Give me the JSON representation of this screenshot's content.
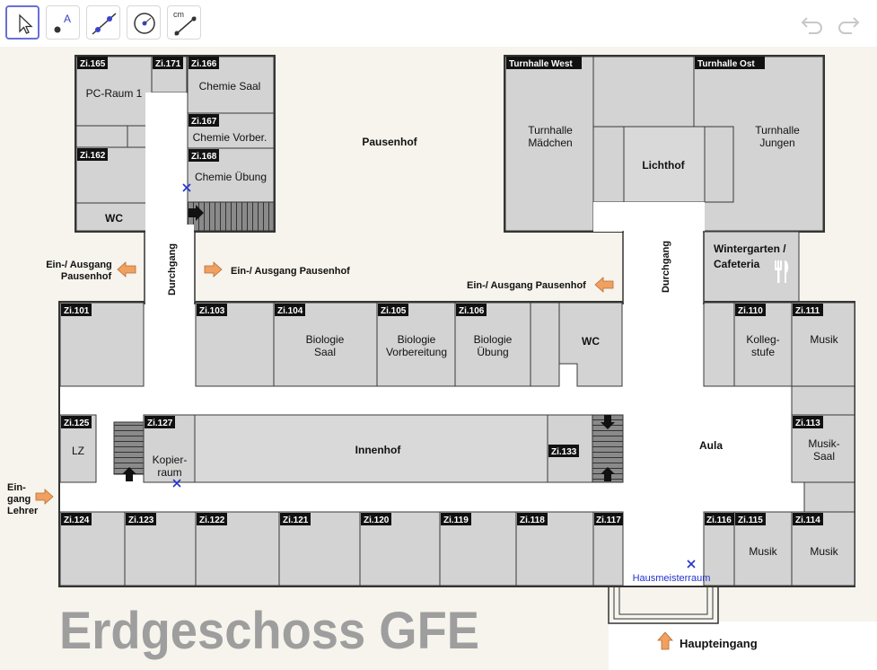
{
  "toolbar": {
    "tools": [
      {
        "name": "move-tool",
        "icon": "cursor-arrow-icon"
      },
      {
        "name": "point-tool",
        "icon": "point-label-icon",
        "label": "A"
      },
      {
        "name": "line-tool",
        "icon": "line-through-points-icon"
      },
      {
        "name": "circle-tool",
        "icon": "circle-center-icon"
      },
      {
        "name": "distance-tool",
        "icon": "ruler-distance-icon",
        "label": "cm"
      }
    ],
    "undo_icon": "undo-icon",
    "redo_icon": "redo-icon"
  },
  "map": {
    "title": "Erdgeschoss GFE",
    "colors": {
      "room": "#d3d3d3",
      "wall": "#3a3a3a",
      "arrow": "#f0a060",
      "marker": "#2233cc",
      "tag": "#111111"
    },
    "room_tags": {
      "zi165": "Zi.165",
      "zi171": "Zi.171",
      "zi166": "Zi.166",
      "zi167": "Zi.167",
      "zi168": "Zi.168",
      "zi162": "Zi.162",
      "turnhalle_west": "Turnhalle West",
      "turnhalle_ost": "Turnhalle Ost",
      "zi101": "Zi.101",
      "zi103": "Zi.103",
      "zi104": "Zi.104",
      "zi105": "Zi.105",
      "zi106": "Zi.106",
      "zi110": "Zi.110",
      "zi111": "Zi.111",
      "zi125": "Zi.125",
      "zi127": "Zi.127",
      "zi133": "Zi.133",
      "zi113": "Zi.113",
      "zi124": "Zi.124",
      "zi123": "Zi.123",
      "zi122": "Zi.122",
      "zi121": "Zi.121",
      "zi120": "Zi.120",
      "zi119": "Zi.119",
      "zi118": "Zi.118",
      "zi117": "Zi.117",
      "zi116": "Zi.116",
      "zi115": "Zi.115",
      "zi114": "Zi.114"
    },
    "rooms": {
      "pc_raum": "PC-Raum 1",
      "chemie_saal": "Chemie Saal",
      "chemie_vorber": "Chemie Vorber.",
      "chemie_uebung": "Chemie Übung",
      "wc_north": "WC",
      "turnhalle_maedchen_1": "Turnhalle",
      "turnhalle_maedchen_2": "Mädchen",
      "turnhalle_jungen_1": "Turnhalle",
      "turnhalle_jungen_2": "Jungen",
      "lichthof": "Lichthof",
      "wintergarten_1": "Wintergarten /",
      "wintergarten_2": "Cafeteria",
      "biologie_saal_1": "Biologie",
      "biologie_saal_2": "Saal",
      "biologie_vorb_1": "Biologie",
      "biologie_vorb_2": "Vorbereitung",
      "biologie_uebung_1": "Biologie",
      "biologie_uebung_2": "Übung",
      "wc_south": "WC",
      "kollegstufe_1": "Kolleg-",
      "kollegstufe_2": "stufe",
      "musik_111": "Musik",
      "lz": "LZ",
      "kopier_1": "Kopier-",
      "kopier_2": "raum",
      "innenhof": "Innenhof",
      "aula": "Aula",
      "musiksaal_1": "Musik-",
      "musiksaal_2": "Saal",
      "musik_115": "Musik",
      "musik_114": "Musik",
      "hausmeister": "Hausmeisterraum"
    },
    "labels": {
      "pausenhof": "Pausenhof",
      "durchgang_west": "Durchgang",
      "durchgang_east": "Durchgang",
      "exit_left_1": "Ein-/ Ausgang",
      "exit_left_2": "Pausenhof",
      "exit_mid": "Ein-/ Ausgang Pausenhof",
      "exit_right": "Ein-/ Ausgang Pausenhof",
      "eingang_1": "Ein-",
      "eingang_2": "gang",
      "eingang_3": "Lehrer",
      "haupteingang": "Haupteingang"
    },
    "icons": {
      "cafeteria": "fork-knife-icon",
      "arrow": "arrow-icon",
      "marker": "cross-marker-icon",
      "stairs": "stairs-icon"
    }
  }
}
